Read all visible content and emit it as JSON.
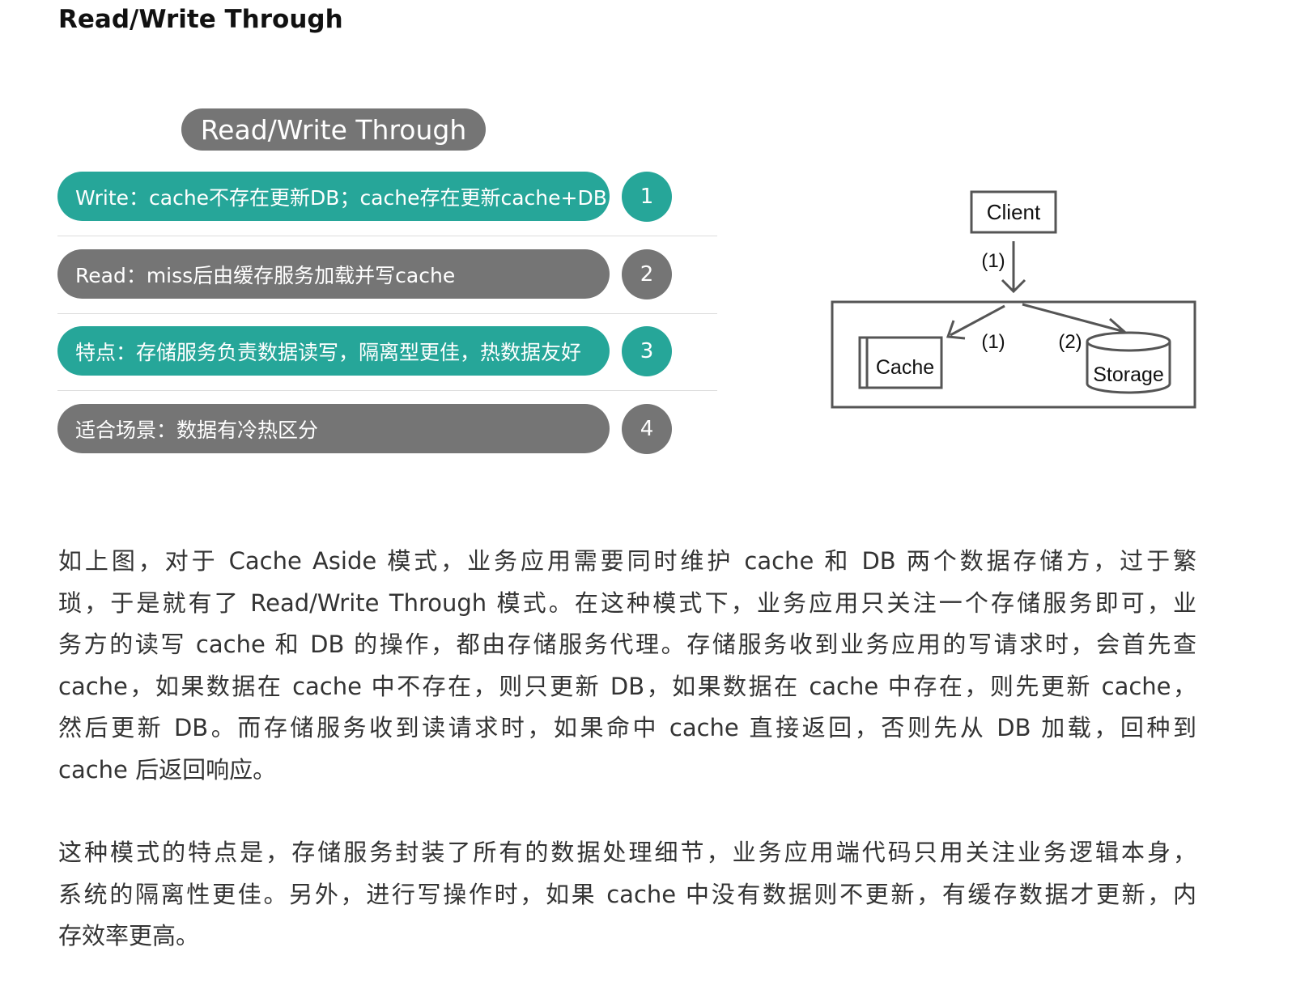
{
  "heading": "Read/Write Through",
  "figure": {
    "title": "Read/Write Through",
    "items": [
      {
        "text": "Write：cache不存在更新DB；cache存在更新cache+DB",
        "number": "1",
        "color": "teal"
      },
      {
        "text": "Read：miss后由缓存服务加载并写cache",
        "number": "2",
        "color": "gray"
      },
      {
        "text": "特点：存储服务负责数据读写，隔离型更佳，热数据友好",
        "number": "3",
        "color": "teal"
      },
      {
        "text": "适合场景：数据有冷热区分",
        "number": "4",
        "color": "gray"
      }
    ]
  },
  "diagram": {
    "client": "Client",
    "cache": "Cache",
    "storage": "Storage",
    "label_client_arrow": "(1)",
    "label_cache_arrow": "(1)",
    "label_storage_arrow": "(2)"
  },
  "paragraphs": [
    {
      "lines": [
        "如上图，对于 Cache Aside 模式，业务应用需要同时维护 cache 和 DB 两个数据存储方，过于繁",
        "琐，于是就有了 Read/Write Through 模式。在这种模式下，业务应用只关注一个存储服务即可，业",
        "务方的读写 cache 和 DB 的操作，都由存储服务代理。存储服务收到业务应用的写请求时，会首先查",
        "cache，如果数据在 cache 中不存在，则只更新 DB，如果数据在 cache 中存在，则先更新 cache，",
        "然后更新 DB。而存储服务收到读请求时，如果命中 cache 直接返回，否则先从 DB 加载，回种到",
        "cache 后返回响应。"
      ]
    },
    {
      "lines": [
        "这种模式的特点是，存储服务封装了所有的数据处理细节，业务应用端代码只用关注业务逻辑本身，",
        "系统的隔离性更佳。另外，进行写操作时，如果 cache 中没有数据则不更新，有缓存数据才更新，内",
        "存效率更高。"
      ]
    }
  ]
}
